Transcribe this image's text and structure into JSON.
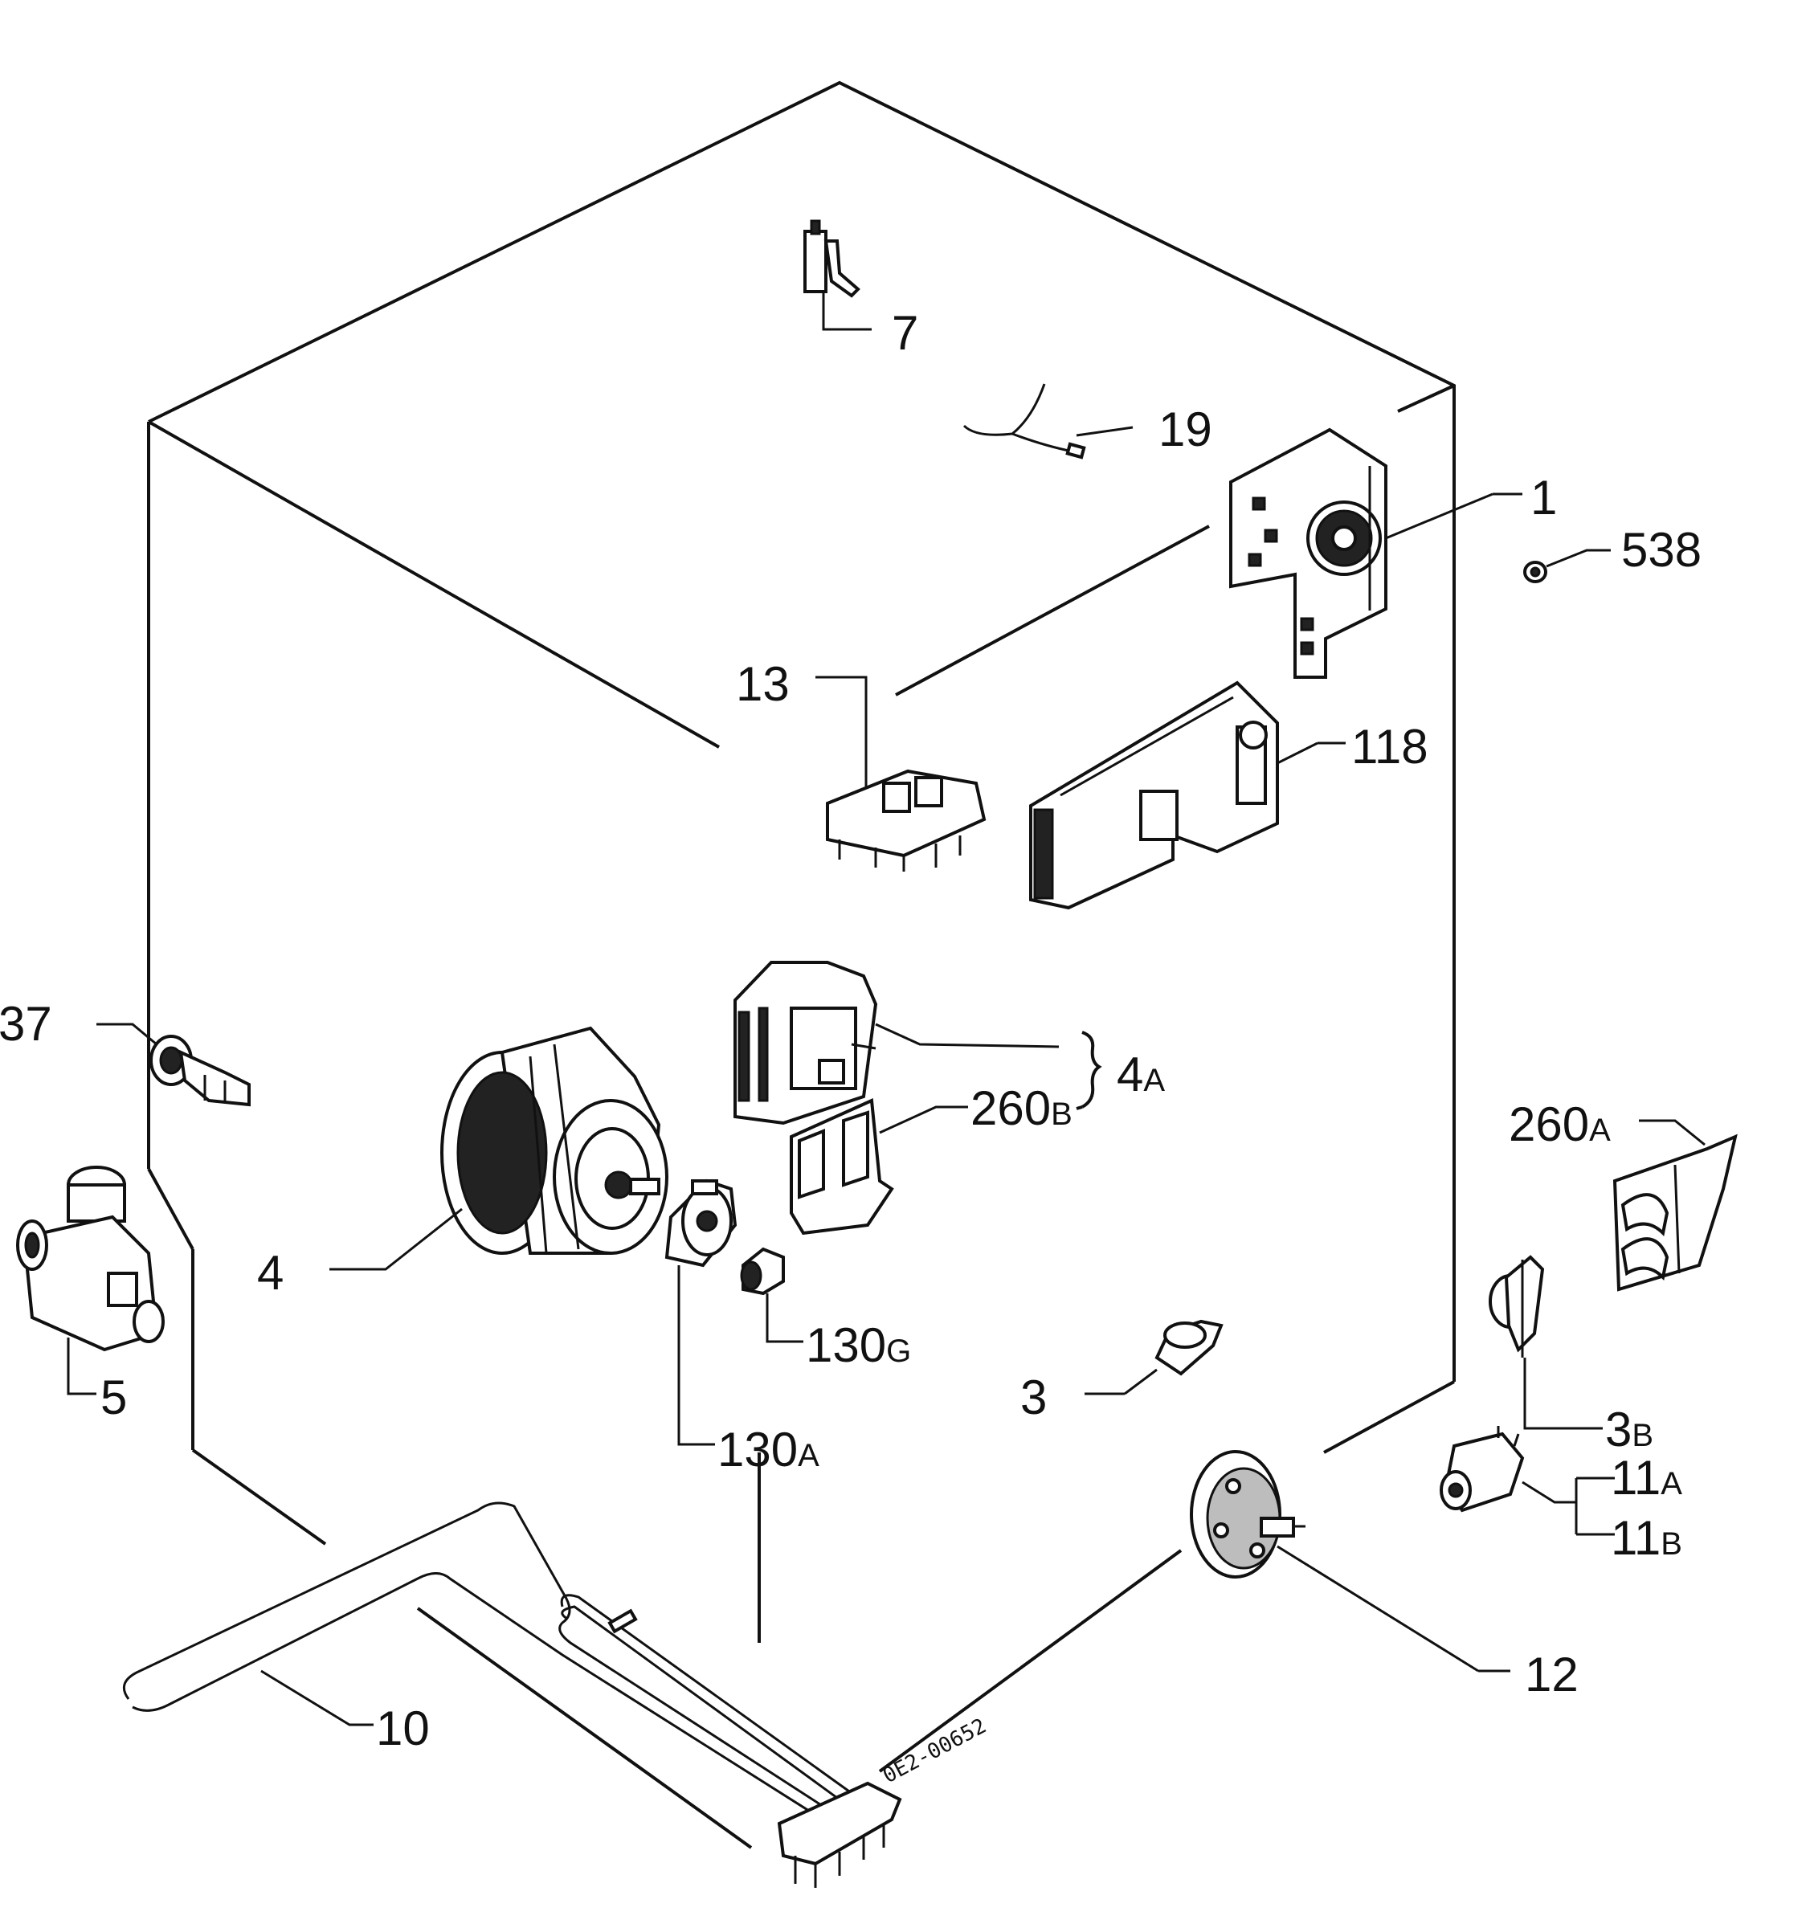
{
  "labels": {
    "p7": "7",
    "p19": "19",
    "p1": "1",
    "p538": "538",
    "p13": "13",
    "p118": "118",
    "p37": "37",
    "p4A_num": "4",
    "p4A_suf": "A",
    "p260B_num": "260",
    "p260B_suf": "B",
    "p260A_num": "260",
    "p260A_suf": "A",
    "p4": "4",
    "p5": "5",
    "p130G_num": "130",
    "p130G_suf": "G",
    "p130A_num": "130",
    "p130A_suf": "A",
    "p3": "3",
    "p3B_num": "3",
    "p3B_suf": "B",
    "p11A_num": "11",
    "p11A_suf": "A",
    "p11B_num": "11",
    "p11B_suf": "B",
    "p12": "12",
    "p10": "10"
  },
  "drawing_code": "0E2-00652",
  "parts": [
    "door-switch",
    "wire-connector",
    "programmer-timer",
    "screw",
    "push-button-switch",
    "electronic-module",
    "lamp-holder",
    "motor",
    "capacitor-bracket",
    "motor-bracket",
    "inlet-valve",
    "motor-pulley",
    "bushing",
    "thermostat",
    "thermostat-3b",
    "suppressor",
    "pressure-switch",
    "heating-element"
  ]
}
